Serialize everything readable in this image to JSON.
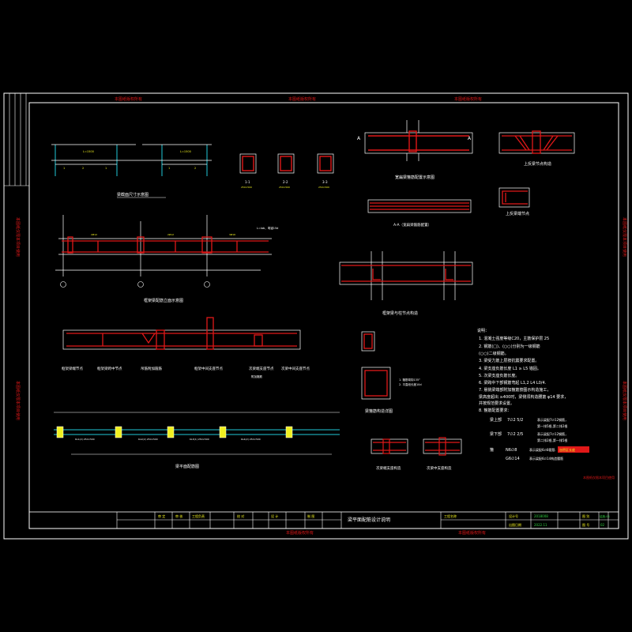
{
  "colors": {
    "background": "#000000",
    "frame": "#ffffff",
    "red_rebar": "#e01818",
    "cyan_line": "#20c8d8",
    "yellow_text": "#f0f020",
    "green_text": "#30d040",
    "magenta": "#e040e0"
  },
  "stamps": {
    "top": [
      "本图纸版权所有",
      "本图纸版权所有",
      "本图纸版权所有"
    ],
    "left_upper": "本图纸仅限本项目使用",
    "left_lower": "本图纸仅限本项目使用",
    "right_upper": "本图纸仅限本项目使用",
    "right_lower": "本图纸仅限本项目使用",
    "bottom": [
      "本图纸版权所有",
      "本图纸版权所有"
    ]
  },
  "drawings": {
    "d1_title": "梁截面尺寸示意图",
    "sec1_label": "1-1",
    "sec2_label": "2-2",
    "sec3_label": "3-3",
    "sec1_note": "250×500",
    "sec2_note": "250×500",
    "sec3_note": "250×500",
    "section_aa_title": "宽扁梁箍筋配置示意图",
    "mark_a_left": "A",
    "mark_a_right": "A",
    "upper_bend_title": "上反梁节点构造",
    "aa_label": "A-A（宽扁梁箍筋配置）",
    "upper_end_title": "上反梁端节点",
    "long_beam_title": "框架梁配筋立面示意图",
    "beam_note": "L=lab，弯锚15d",
    "joint_title": "框架梁与柱节点构造",
    "cont_labels": [
      "框架梁端节点",
      "框架梁跨中节点",
      "吊筋附加箍筋",
      "框架中间支座节点",
      "次梁端支座节点",
      "次梁中间支座节点"
    ],
    "cont_sub": "附加箍筋",
    "stirrup_title": "梁箍筋构造详图",
    "stirrup_note1": "1. 箍筋弯钩135°",
    "stirrup_note2": "2. 平直段长度10d",
    "plan_title": "梁平面配筋图",
    "bottom_small_1": "次梁端支座构造",
    "bottom_small_2": "次梁中支座构造"
  },
  "notes": {
    "heading": "说明：",
    "lines": [
      "1. 混凝土强度等级C20，主筋保护层    25",
      "2. 钢筋(□)、(○○)分别为一级钢筋",
      "   (○○)二级钢筋。",
      "3. 梁受力筋上层按抗震要求配置。",
      "4. 梁支座负筋长度 L1 ≥ L5    锚固。",
      "5. 次梁支座负筋长度。",
      "6. 梁跨中下部钢筋弯起 L1,2 L4 L0/4.",
      "7. 悬挑梁端部附加箍筋按图示构造施工，",
      "   梁高度超出 ≥400时，梁侧须构造腰筋 φ14 要求，",
      "   并按规范要求设置。",
      "8. 箍筋配置要求："
    ],
    "row1_a": "梁上部",
    "row1_b": "7∅2 5/2",
    "row1_c": "表示梁配7∅12钢筋，",
    "row1_d": "第一排5根,第二排2根",
    "row2_a": "梁下部",
    "row2_b": "7∅2 2/5",
    "row2_c": "表示梁配7∅12钢筋，",
    "row2_d": "第二排2根,第一排5根",
    "row3_a": "箍",
    "row3_b": "N6∅8",
    "row3_c": "表示梁配6∅8箍筋",
    "row3_highlight": "加密区长度",
    "row4_b": "G6∅14",
    "row4_c": "表示梁配6∅14构造腰筋",
    "right_tag": "本图纸仅限本项目使用"
  },
  "title_block": {
    "main_title": "梁平面配筋设计说明",
    "cells_left": [
      "审 定",
      "审 核",
      "工程负责",
      "校 对",
      "设 计",
      "制 图"
    ],
    "project_label": "工程名称",
    "project_value": "",
    "design_no_label": "设计号",
    "design_no_value": "2018008",
    "date_label": "出图日期",
    "date_value": "2022.11",
    "sheet_label": "图 别",
    "sheet_value": "结施-04",
    "num_label": "图 号",
    "num_value": "02"
  }
}
